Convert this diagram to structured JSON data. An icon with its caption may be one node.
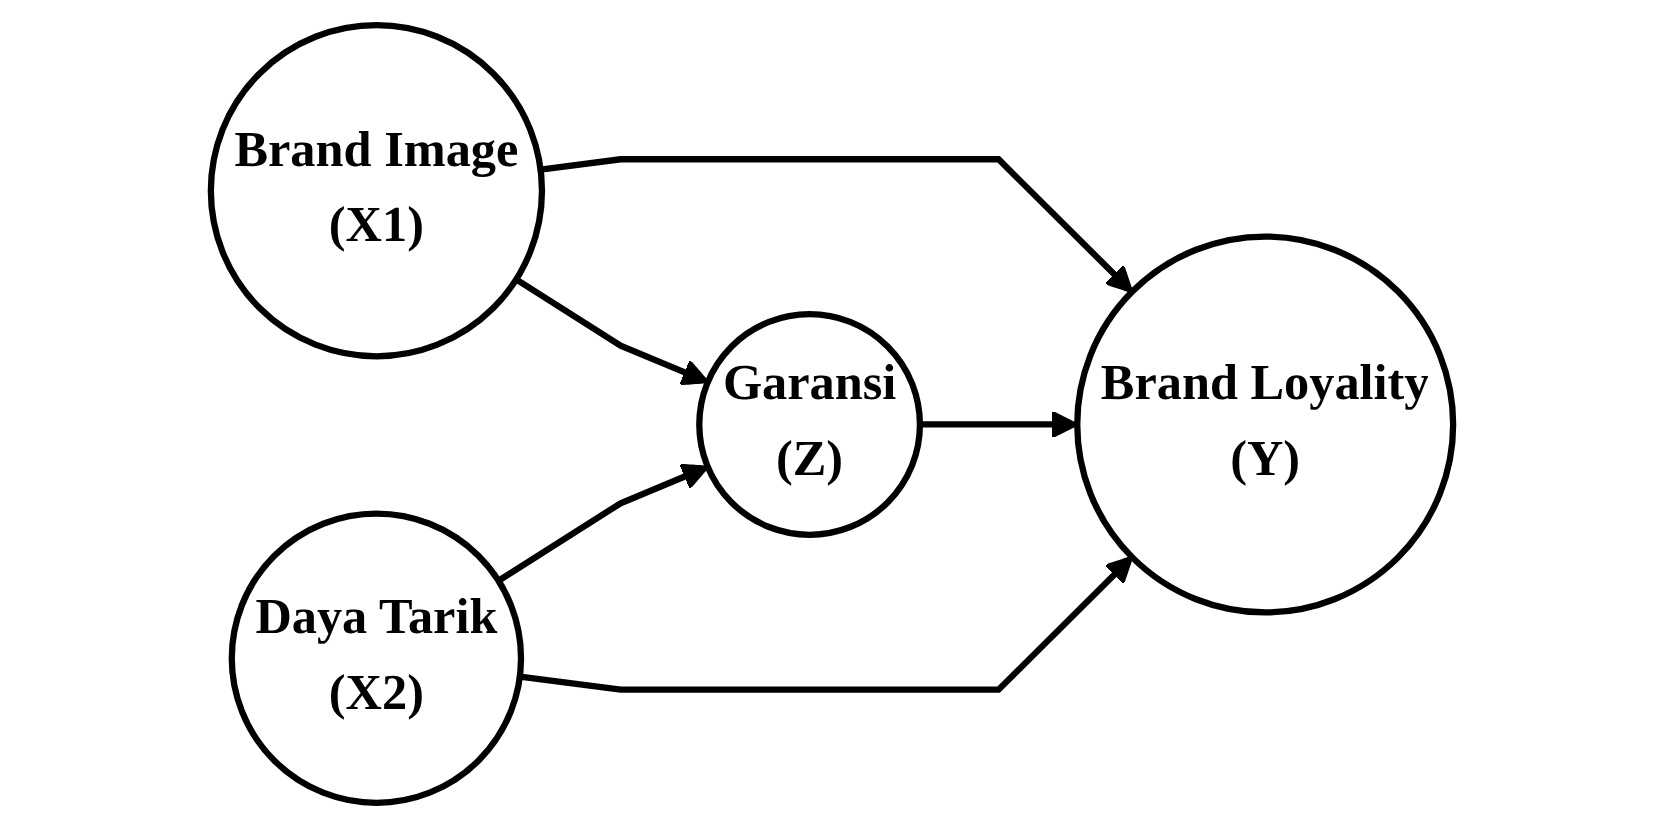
{
  "diagram": {
    "nodes": [
      {
        "text": [
          "Brand Image",
          "(X1)"
        ]
      },
      {
        "text": [
          "Daya Tarik",
          "(X2)"
        ]
      },
      {
        "text": [
          "Garansi",
          "(Z)"
        ]
      },
      {
        "text": [
          "Brand Loyality",
          "(Y)"
        ]
      }
    ],
    "edges": [
      {
        "from": 0,
        "to": 3,
        "arrow": "to"
      },
      {
        "from": 0,
        "to": 2,
        "arrow": "to"
      },
      {
        "from": 1,
        "to": 2,
        "arrow": "to"
      },
      {
        "from": 2,
        "to": 3,
        "arrow": "to"
      },
      {
        "from": 1,
        "to": 3,
        "arrow": "to"
      }
    ]
  }
}
